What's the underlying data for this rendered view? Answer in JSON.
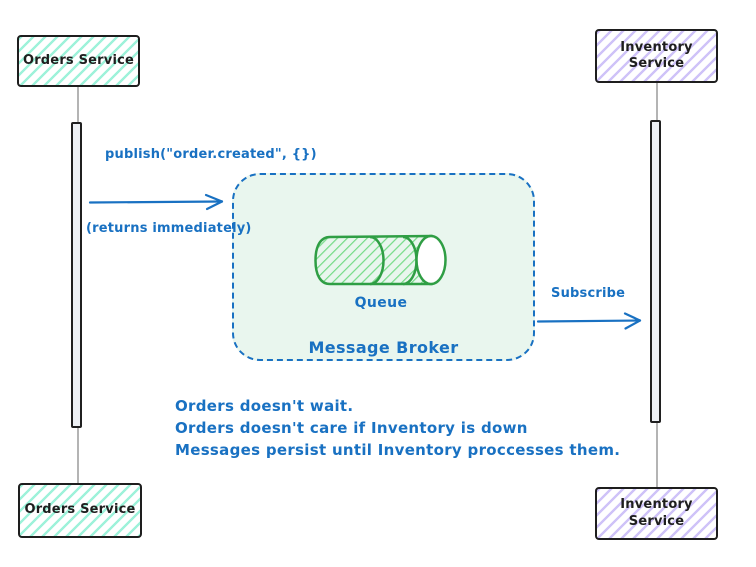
{
  "actors": {
    "orders_top": "Orders Service",
    "orders_bottom": "Orders Service",
    "inventory_top": "Inventory Service",
    "inventory_bottom": "Inventory Service"
  },
  "broker": {
    "label": "Message Broker",
    "queue_label": "Queue"
  },
  "messages": {
    "publish_label": "publish(\"order.created\", {})",
    "publish_sub_label": "(returns immediately)",
    "subscribe_label": "Subscribe"
  },
  "notes": {
    "lines": [
      "Orders doesn't wait.",
      "Orders doesn't care if Inventory is down",
      "Messages persist until Inventory proccesses them."
    ]
  },
  "colors": {
    "annotation_blue": "#1971c2",
    "queue_green": "#2f9e44",
    "queue_hatch_green": "#74db86",
    "teal_hatch": "#9ef2da",
    "purple_hatch": "#cfc3f8",
    "broker_fill": "#e9f6ee",
    "ink": "#1e1e1e"
  }
}
